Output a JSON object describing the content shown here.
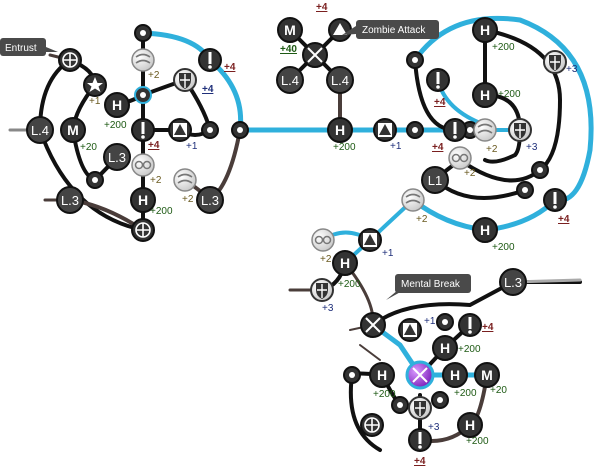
{
  "tooltips": {
    "entrust": "Entrust",
    "zombie_attack": "Zombie Attack",
    "mental_break": "Mental Break"
  },
  "letters": {
    "hp": "H",
    "mp": "M",
    "level": "L",
    "level_3": "L.3",
    "level_4": "L.4"
  },
  "bonuses": {
    "hp": "+200",
    "mp": "+20",
    "mp_top": "+40",
    "strength": "+4",
    "defense": "+4",
    "magic": "+2",
    "spirit": "+3",
    "agility": "+1"
  },
  "colors": {
    "active_path": "#2fb0dc",
    "path": "#111111",
    "branch": "#4a3d3a",
    "node": "#333333",
    "hp_text": "#1e5a14",
    "strength_text": "#7a1f1f",
    "defense_text": "#1f2f7a",
    "magic_text": "#6a5a20",
    "selected": "#8a22c8"
  }
}
